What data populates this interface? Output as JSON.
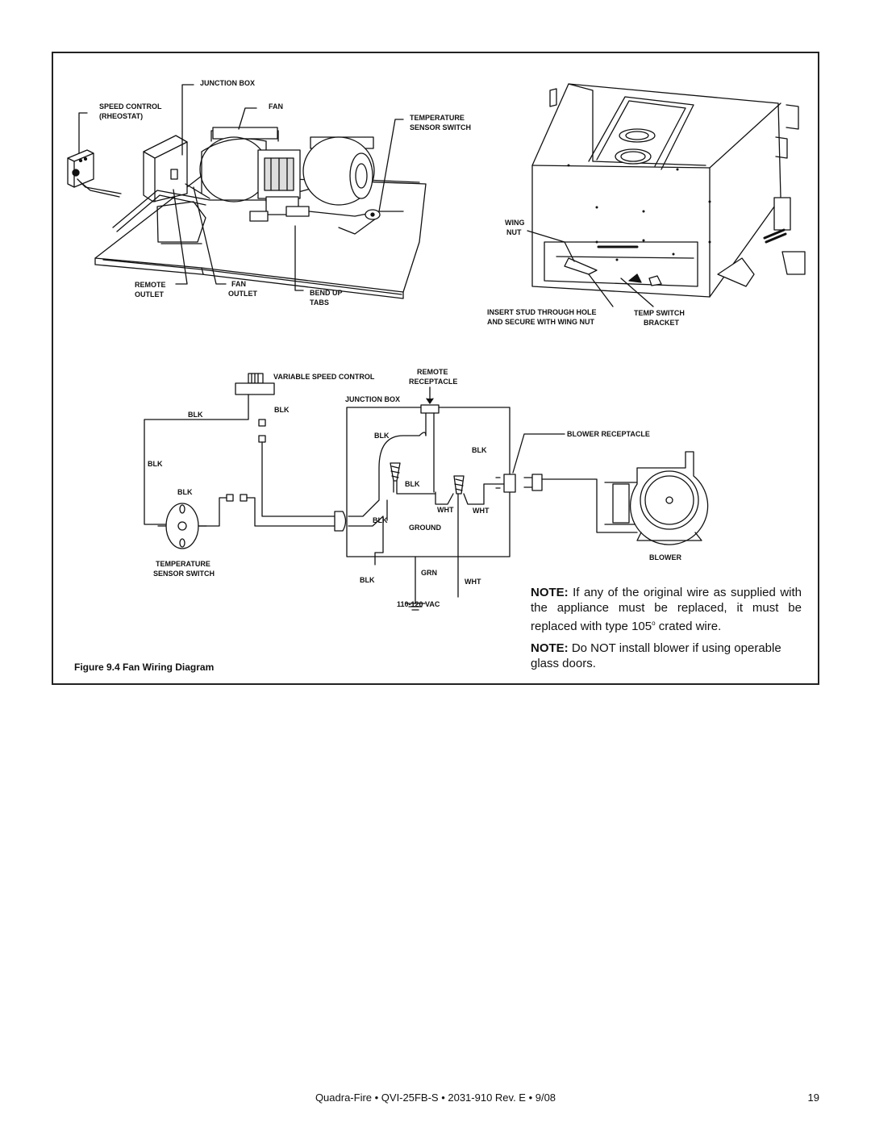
{
  "top_left": {
    "junction_box": "JUNCTION BOX",
    "speed_control_1": "SPEED CONTROL",
    "speed_control_2": "(RHEOSTAT)",
    "fan": "FAN",
    "temperature_1": "TEMPERATURE",
    "temperature_2": "SENSOR SWITCH",
    "remote_1": "REMOTE",
    "remote_2": "OUTLET",
    "fan_outlet_1": "FAN",
    "fan_outlet_2": "OUTLET",
    "bend_up_1": "BEND UP",
    "bend_up_2": "TABS"
  },
  "top_right": {
    "wing_1": "WING",
    "wing_2": "NUT",
    "insert_1": "INSERT STUD THROUGH HOLE",
    "insert_2": "AND SECURE WITH WING NUT",
    "temp_switch_1": "TEMP SWITCH",
    "temp_switch_2": "BRACKET"
  },
  "schematic": {
    "variable_speed_control": "VARIABLE SPEED CONTROL",
    "remote_1": "REMOTE",
    "remote_2": "RECEPTACLE",
    "junction_box": "JUNCTION BOX",
    "blk": "BLK",
    "wht": "WHT",
    "grn": "GRN",
    "ground": "GROUND",
    "blower_receptacle": "BLOWER RECEPTACLE",
    "blower": "BLOWER",
    "temperature_1": "TEMPERATURE",
    "temperature_2": "SENSOR SWITCH",
    "vac": "110-120 VAC"
  },
  "notes": {
    "note_label": "NOTE:",
    "note1_text": "If any of the original wire as supplied with the appliance must be replaced, it must be replaced with type 105",
    "note1_sup": "o",
    "note1_end": " crated wire.",
    "note2_text": "Do NOT install blower if using operable glass doors."
  },
  "caption": "Figure 9.4  Fan Wiring Diagram",
  "footer": {
    "text": "Quadra-Fire • QVI-25FB-S • 2031-910 Rev. E • 9/08",
    "page": "19"
  }
}
